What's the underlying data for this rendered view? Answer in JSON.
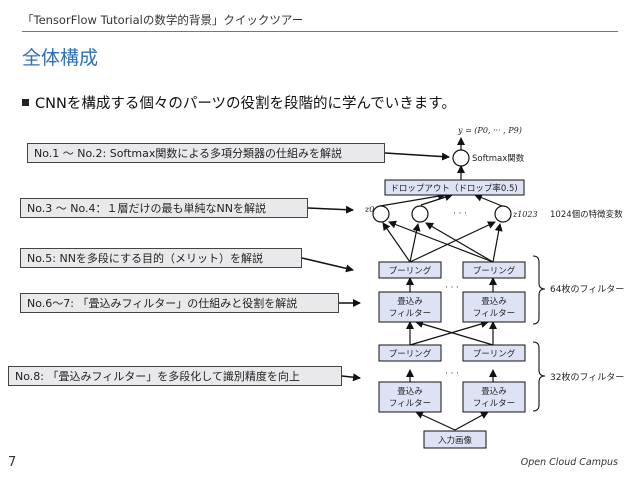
{
  "header": {
    "title": "「TensorFlow Tutorialの数学的背景」クイックツアー"
  },
  "page": {
    "title": "全体構成",
    "number": "7"
  },
  "bullet": {
    "text": "CNNを構成する個々のパーツの役割を段階的に学んでいきます。"
  },
  "callouts": [
    "No.1 〜 No.2: Softmax関数による多項分類器の仕組みを解説",
    "No.3 〜 No.4：１層だけの最も単純なNNを解説",
    "No.5: NNを多段にする目的（メリット）を解説",
    "No.6〜7: 「畳込みフィルター」の仕組みと役割を解説",
    "No.8: 「畳込みフィルター」を多段化して識別精度を向上"
  ],
  "diagram": {
    "output_formula": "y = (P0, ··· , P9)",
    "softmax_label": "Softmax関数",
    "dropout_label": "ドロップアウト（ドロップ率0.5)",
    "z0_label": "z0",
    "z1023_label": "z1023",
    "ellipsis": "· · ·",
    "features_label": "1024個の特徴変数",
    "pooling_label": "プーリング",
    "conv_line1": "畳込み",
    "conv_line2": "フィルター",
    "group64_label": "64枚のフィルター",
    "group32_label": "32枚のフィルター",
    "input_label": "入力画像"
  },
  "footer": {
    "brand": "Open Cloud Campus"
  },
  "colors": {
    "title_blue": "#2f6fb8",
    "box_fill": "#dde3f5",
    "callout_fill": "#e9e9eb"
  }
}
